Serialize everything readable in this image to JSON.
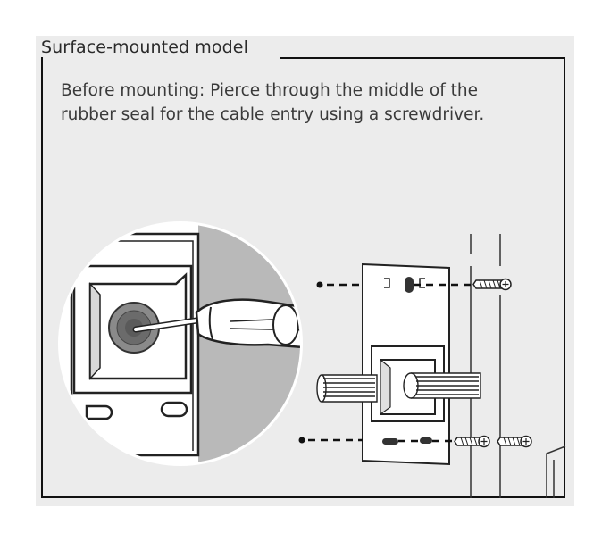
{
  "section": {
    "title": "Surface-mounted model"
  },
  "instruction": {
    "text": "Before mounting: Pierce through the middle of the rubber seal for the cable entry using a screwdriver."
  },
  "illustration": {
    "zoom_view": "magnified-rubber-seal-with-screwdriver",
    "main_view": "surface-mount-plate-with-screws-and-cables"
  }
}
